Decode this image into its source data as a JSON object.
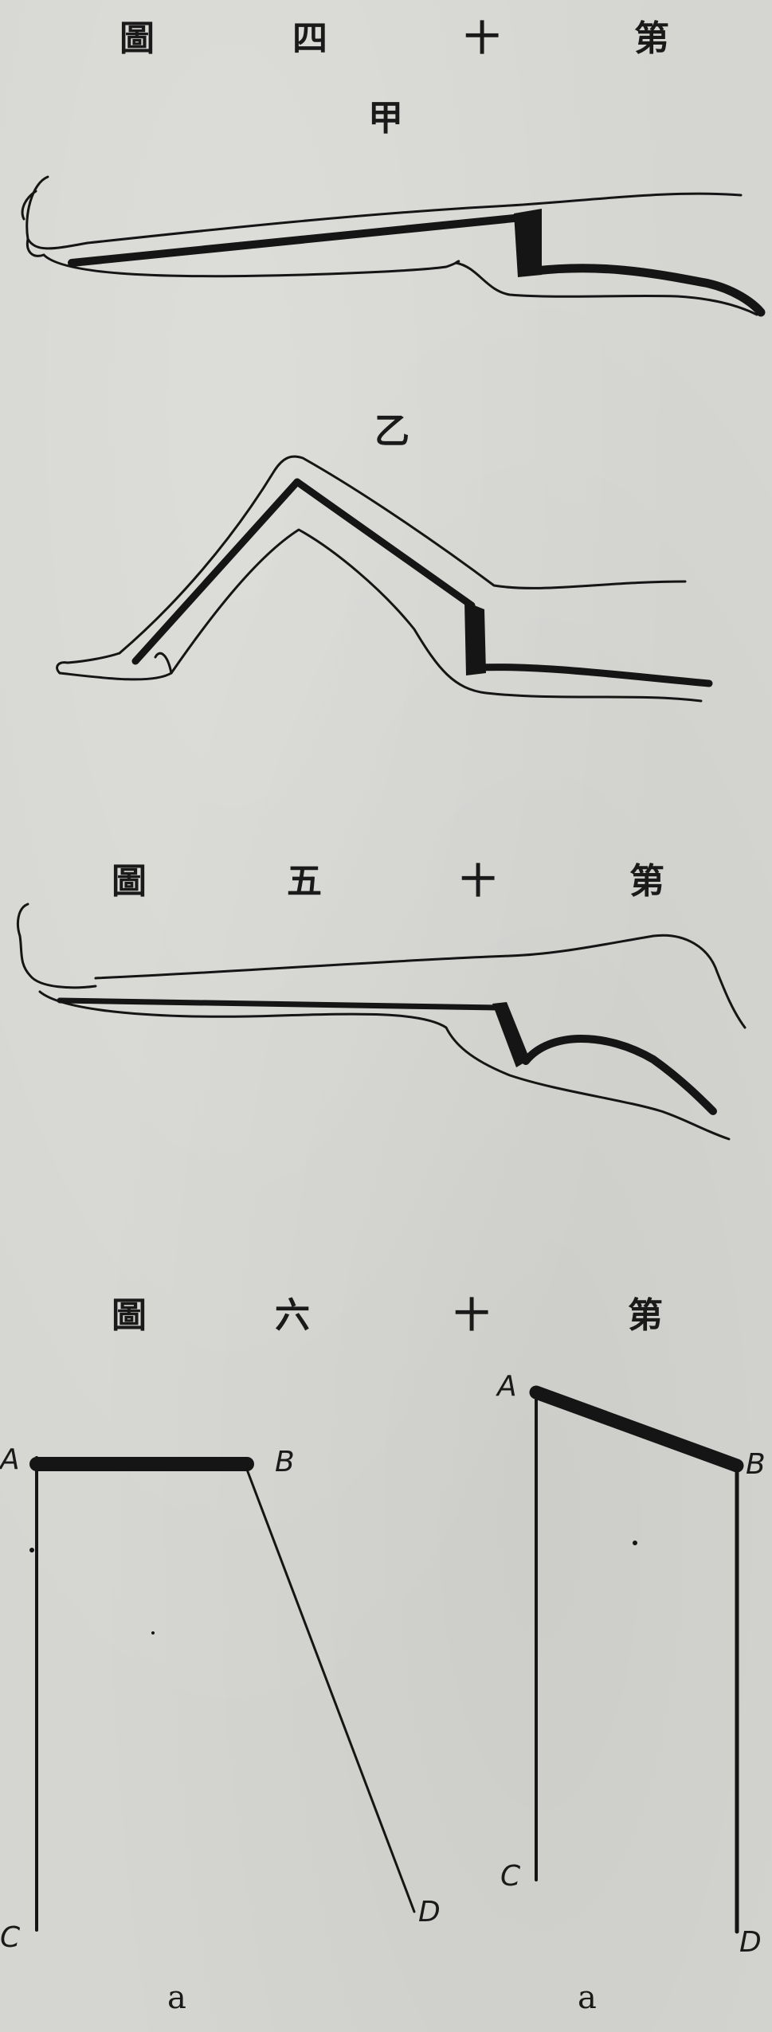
{
  "figure_40": {
    "title_chars": [
      "圖",
      "四",
      "十",
      "第"
    ],
    "sub_a": "甲",
    "sub_b": "乙"
  },
  "figure_50": {
    "title_chars": [
      "圖",
      "五",
      "十",
      "第"
    ]
  },
  "figure_60": {
    "title_chars": [
      "圖",
      "六",
      "十",
      "第"
    ],
    "left": {
      "labels": {
        "A": "A",
        "B": "B",
        "C": "C",
        "D": "D"
      },
      "caption": "a"
    },
    "right": {
      "labels": {
        "A": "A",
        "B": "B",
        "C": "C",
        "D": "D"
      },
      "caption": "a"
    }
  },
  "colors": {
    "ink": "#151515",
    "paper": "#d5d5d1"
  }
}
